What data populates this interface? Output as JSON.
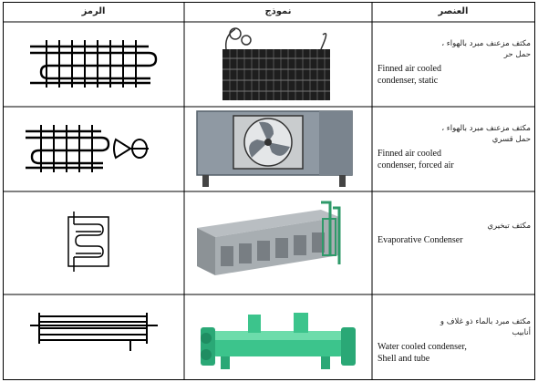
{
  "headers": {
    "symbol": "الرمز",
    "model": "نموذج",
    "element": "العنصر"
  },
  "rows": [
    {
      "arabic": "مكثف مزعنف مبرد بالهواء ،\nحمل حر",
      "english": "Finned air cooled\ncondenser, static"
    },
    {
      "arabic": "مكثف مزعنف مبرد بالهواء ،\nحمل قسري",
      "english": "Finned air cooled\ncondenser, forced air"
    },
    {
      "arabic": "مكثف تبخيري",
      "english": "Evaporative Condenser"
    },
    {
      "arabic": "مكثف مبرد بالماء ذو غلاف و\nأنابيب",
      "english": "Water cooled condenser,\nShell and tube"
    }
  ]
}
